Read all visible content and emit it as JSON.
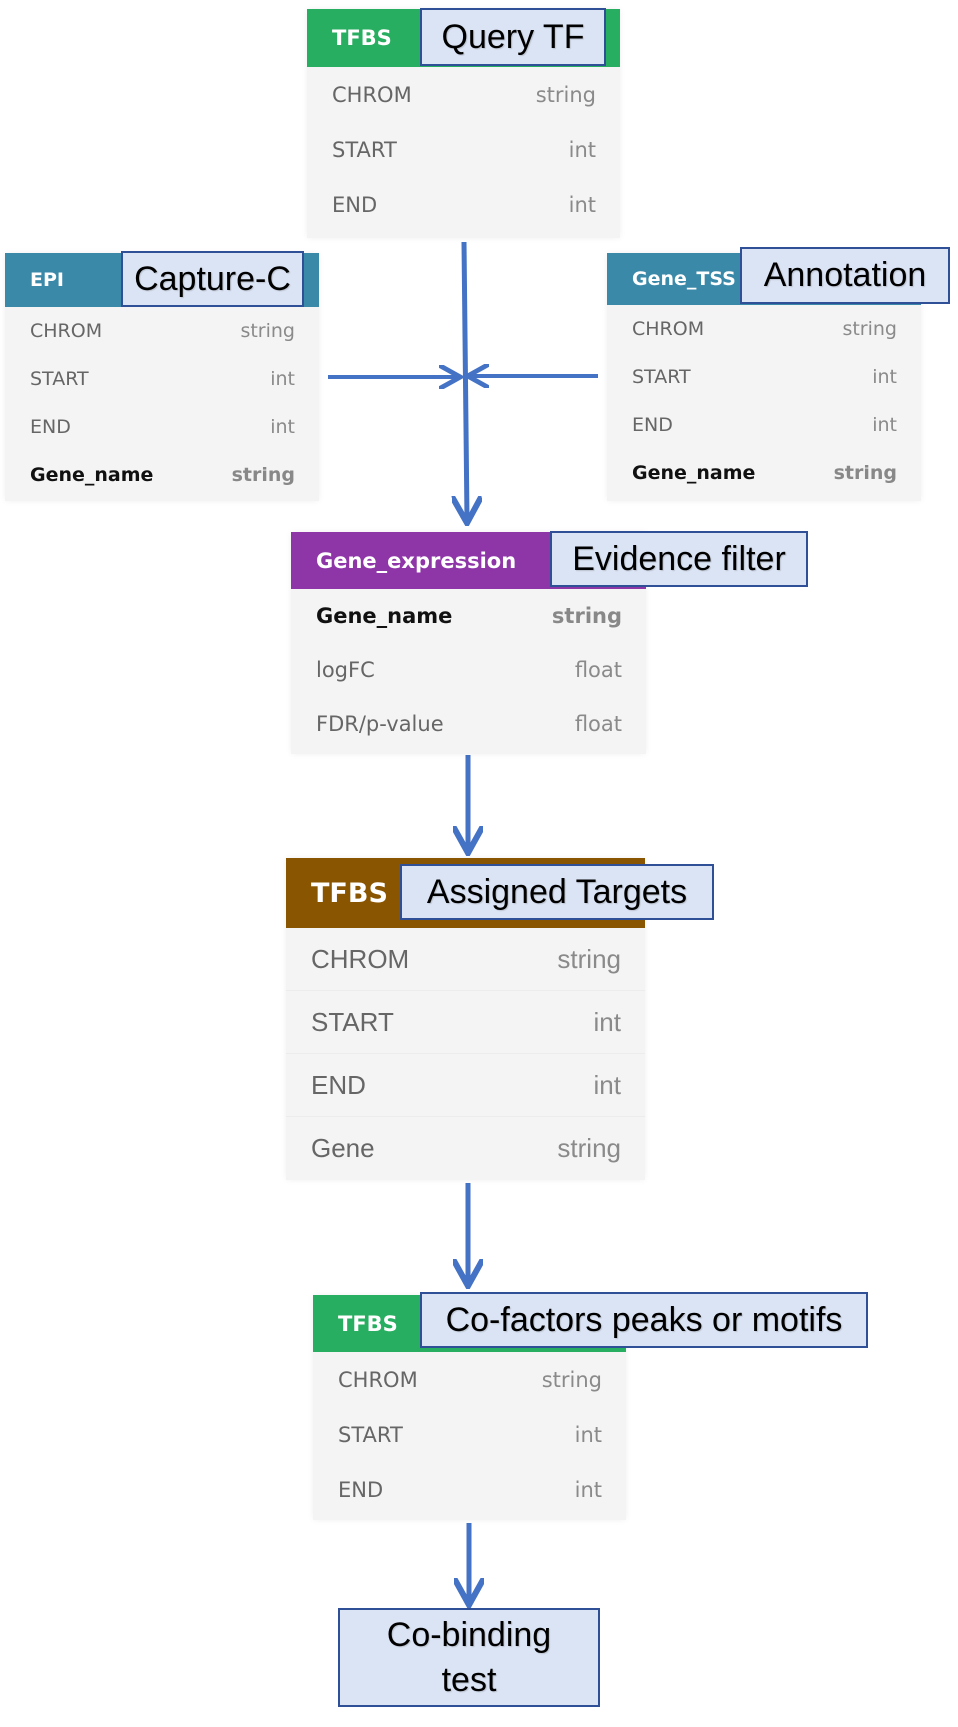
{
  "colors": {
    "green": "#27ae60",
    "teal": "#3b89a9",
    "purple": "#8e35a8",
    "brown": "#8a5500",
    "label_fill": "#dbe4f4",
    "label_border": "#2f4f96",
    "arrow": "#4472c4"
  },
  "query_tf": {
    "header": "TFBS",
    "label": "Query TF",
    "fields": [
      {
        "name": "CHROM",
        "type": "string"
      },
      {
        "name": "START",
        "type": "int"
      },
      {
        "name": "END",
        "type": "int"
      }
    ]
  },
  "epi": {
    "header": "EPI",
    "label": "Capture-C",
    "fields": [
      {
        "name": "CHROM",
        "type": "string"
      },
      {
        "name": "START",
        "type": "int"
      },
      {
        "name": "END",
        "type": "int"
      },
      {
        "name": "Gene_name",
        "type": "string"
      }
    ]
  },
  "gene_tss": {
    "header": "Gene_TSS",
    "label": "Annotation",
    "fields": [
      {
        "name": "CHROM",
        "type": "string"
      },
      {
        "name": "START",
        "type": "int"
      },
      {
        "name": "END",
        "type": "int"
      },
      {
        "name": "Gene_name",
        "type": "string"
      }
    ]
  },
  "gene_expression": {
    "header": "Gene_expression",
    "label": "Evidence filter",
    "fields": [
      {
        "name": "Gene_name",
        "type": "string"
      },
      {
        "name": "logFC",
        "type": "float"
      },
      {
        "name": "FDR/p-value",
        "type": "float"
      }
    ]
  },
  "assigned_targets": {
    "header": "TFBS",
    "label": "Assigned Targets",
    "fields": [
      {
        "name": "CHROM",
        "type": "string"
      },
      {
        "name": "START",
        "type": "int"
      },
      {
        "name": "END",
        "type": "int"
      },
      {
        "name": "Gene",
        "type": "string"
      }
    ]
  },
  "cofactors": {
    "header": "TFBS",
    "label": "Co-factors peaks or motifs",
    "fields": [
      {
        "name": "CHROM",
        "type": "string"
      },
      {
        "name": "START",
        "type": "int"
      },
      {
        "name": "END",
        "type": "int"
      }
    ]
  },
  "cobinding": {
    "line1": "Co-binding",
    "line2": "test"
  }
}
